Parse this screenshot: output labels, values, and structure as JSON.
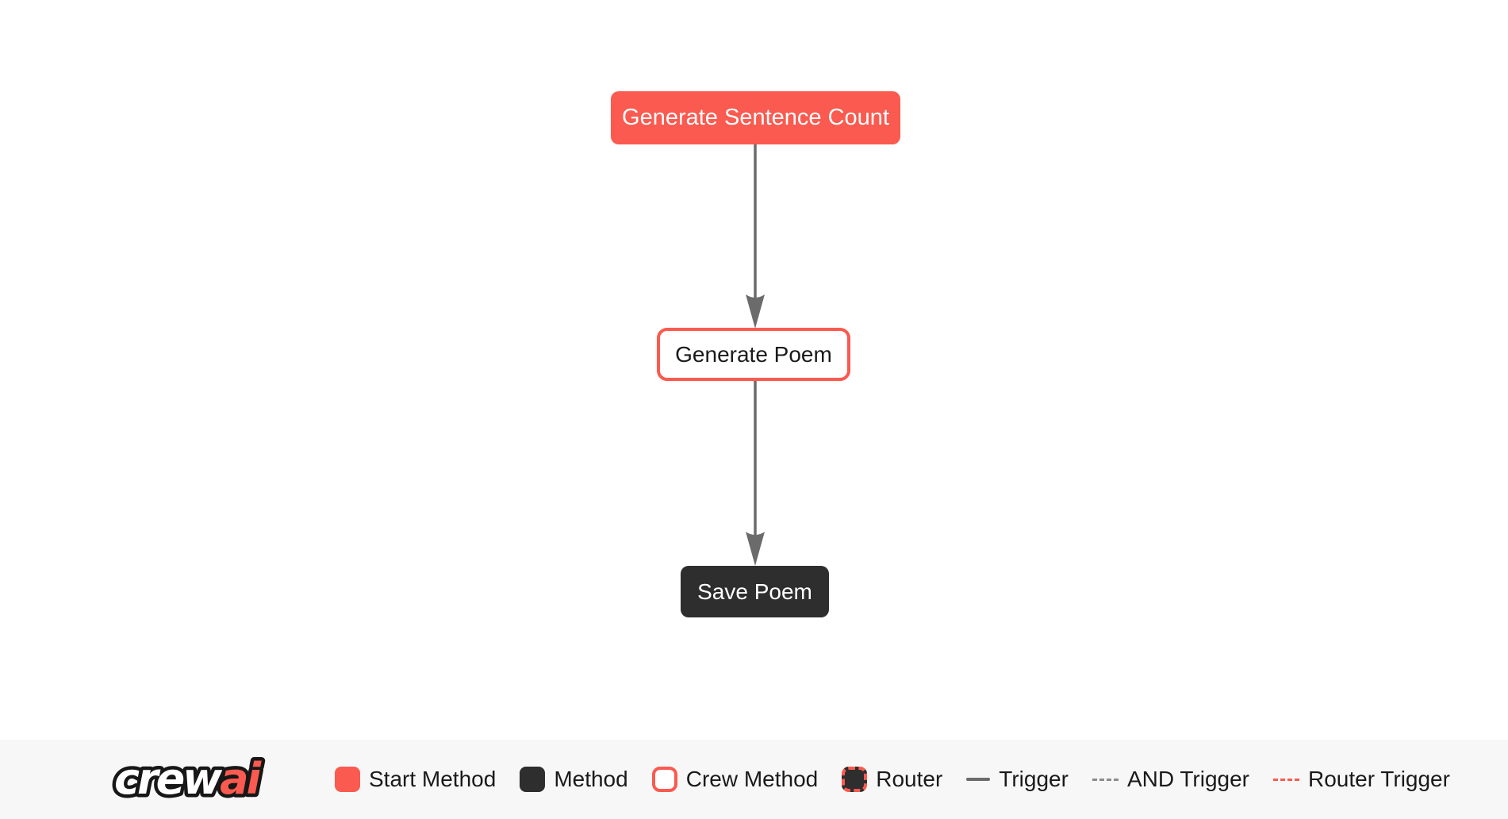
{
  "flow": {
    "nodes": [
      {
        "id": "generate_sentence_count",
        "label": "Generate Sentence Count",
        "type": "start-method"
      },
      {
        "id": "generate_poem",
        "label": "Generate Poem",
        "type": "crew-method"
      },
      {
        "id": "save_poem",
        "label": "Save Poem",
        "type": "method"
      }
    ],
    "edges": [
      {
        "from": "generate_sentence_count",
        "to": "generate_poem",
        "type": "trigger"
      },
      {
        "from": "generate_poem",
        "to": "save_poem",
        "type": "trigger"
      }
    ]
  },
  "legend": {
    "logo": {
      "text_primary": "crew",
      "text_accent": "ai"
    },
    "items": [
      {
        "label": "Start Method",
        "icon": "start-method-swatch"
      },
      {
        "label": "Method",
        "icon": "method-swatch"
      },
      {
        "label": "Crew Method",
        "icon": "crew-method-swatch"
      },
      {
        "label": "Router",
        "icon": "router-swatch"
      },
      {
        "label": "Trigger",
        "icon": "trigger-line"
      },
      {
        "label": "AND Trigger",
        "icon": "and-trigger-line"
      },
      {
        "label": "Router Trigger",
        "icon": "router-trigger-line"
      }
    ]
  },
  "colors": {
    "accent": "#FA5A4F",
    "dark": "#2E2E2E",
    "edge": "#6B6B6B",
    "legend_bg": "#F7F7F8",
    "dash_gray": "#8C8C8C",
    "text": "#1A1A1A"
  }
}
